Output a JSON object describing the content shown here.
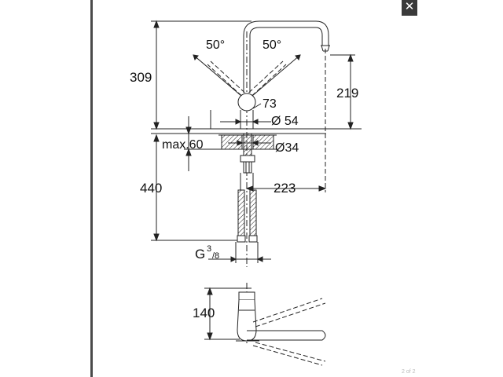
{
  "viewer": {
    "close_label": "✕",
    "page_indicator": "2 of 2"
  },
  "drawing": {
    "dimensions": {
      "height_top": "309",
      "angle_left": "50°",
      "angle_right": "50°",
      "spout_height": "219",
      "lever_dim": "73",
      "base_diameter": "Ø 54",
      "hole_diameter": "Ø34",
      "max_thickness": "max.60",
      "hose_length": "440",
      "spout_reach": "223",
      "thread_main": "G",
      "thread_sup": "3",
      "thread_sub": "/8",
      "plan_depth": "140"
    }
  }
}
